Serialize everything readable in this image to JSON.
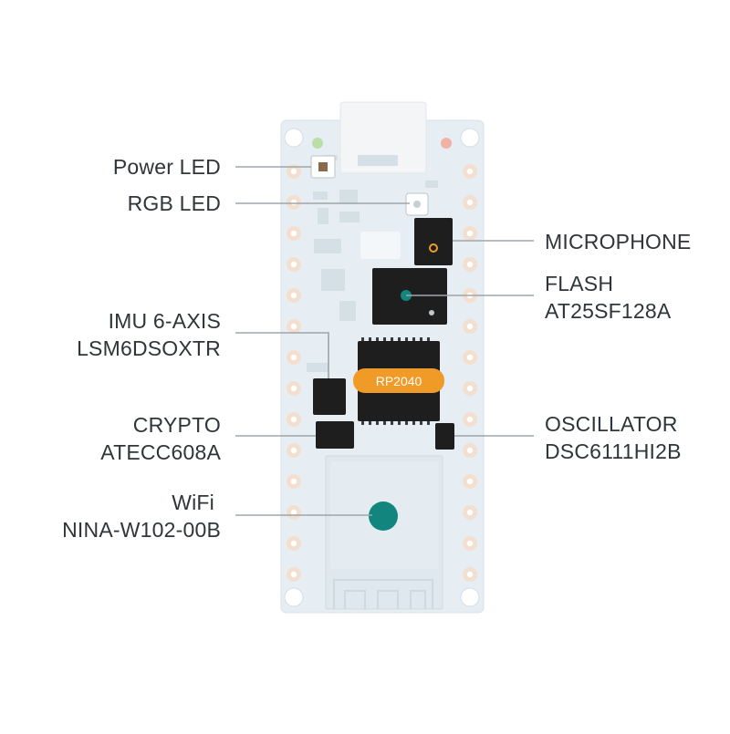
{
  "labels": {
    "power_led": "Power LED",
    "rgb_led": "RGB LED",
    "imu_name": "IMU 6-AXIS",
    "imu_part": "LSM6DSOXTR",
    "crypto_name": "CRYPTO",
    "crypto_part": "ATECC608A",
    "wifi_name": "WiFi",
    "wifi_part": "NINA-W102-00B",
    "microphone": "MICROPHONE",
    "flash_name": "FLASH",
    "flash_part": "AT25SF128A",
    "oscillator_name": "OSCILLATOR",
    "oscillator_part": "DSC6111HI2B"
  },
  "mcu_tag": "RP2040",
  "colors": {
    "board": "#e6eef3",
    "board_outline": "#d6e1e8",
    "pad": "#f3dfcf",
    "chip": "#1e1e1e",
    "accent_orange": "#f09a28",
    "accent_teal": "#12857e",
    "leader_line": "#9ea6aa",
    "text": "#2f3538"
  },
  "icons": [
    "power-led-indicator",
    "rgb-led-indicator",
    "teal-marker-dot"
  ]
}
